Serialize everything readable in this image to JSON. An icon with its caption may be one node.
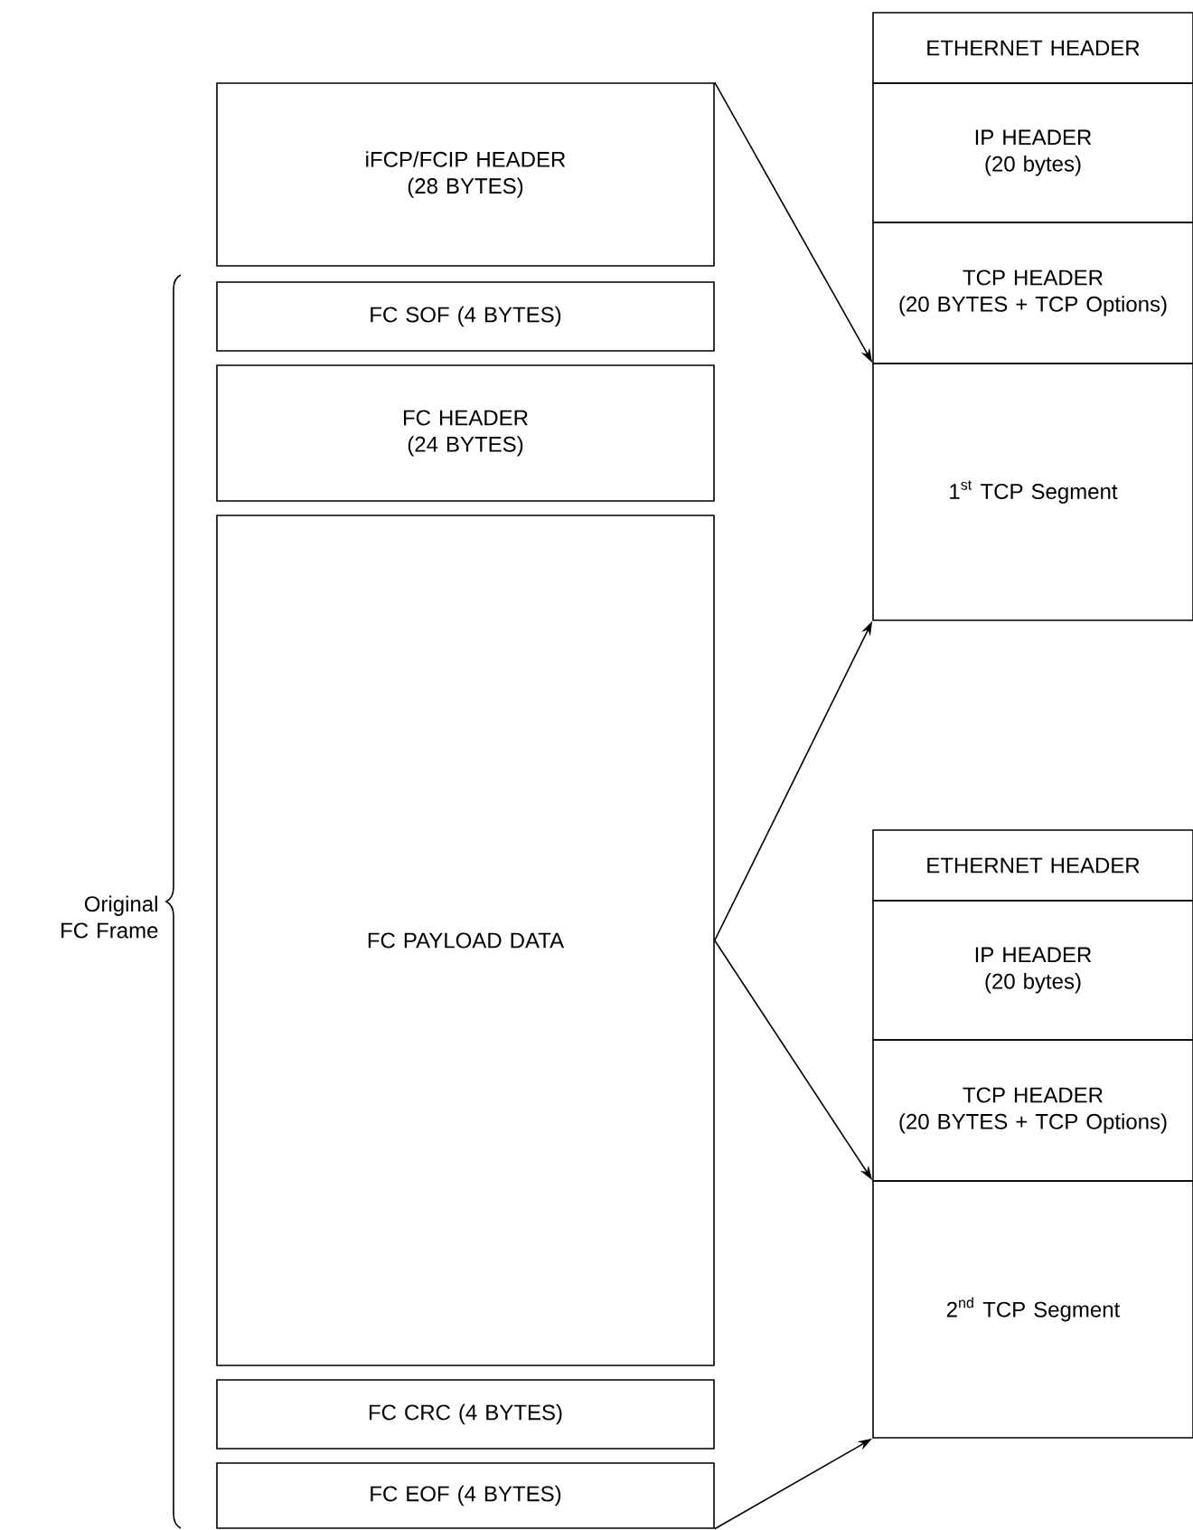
{
  "diagram": {
    "nodes": [
      {
        "text": [
          "iFCP/FCIP HEADER",
          "(28 BYTES)"
        ]
      },
      {
        "text": [
          "FC SOF (4 BYTES)"
        ]
      },
      {
        "text": [
          "FC HEADER",
          "(24 BYTES)"
        ]
      },
      {
        "text": [
          "FC PAYLOAD DATA"
        ]
      },
      {
        "text": [
          "FC CRC (4 BYTES)"
        ]
      },
      {
        "text": [
          "FC EOF (4 BYTES)"
        ]
      },
      {
        "text": [
          "ETHERNET HEADER"
        ]
      },
      {
        "text": [
          "IP HEADER",
          "(20 bytes)"
        ]
      },
      {
        "text": [
          "TCP HEADER",
          "(20 BYTES + TCP Options)"
        ]
      },
      {
        "text": [
          "1$^{st}$ TCP Segment"
        ]
      },
      {
        "text": [
          "ETHERNET HEADER"
        ]
      },
      {
        "text": [
          "IP HEADER",
          "(20 bytes)"
        ]
      },
      {
        "text": [
          "TCP HEADER",
          "(20 BYTES + TCP Options)"
        ]
      },
      {
        "text": [
          "2$^{nd}$ TCP Segment"
        ]
      }
    ],
    "edges": [
      {
        "from": 0,
        "to": 9,
        "arrow": "to"
      },
      {
        "from": 3,
        "to": 9,
        "arrow": "to"
      },
      {
        "from": 3,
        "to": 13,
        "arrow": "to"
      },
      {
        "from": 5,
        "to": 13,
        "arrow": "to"
      }
    ],
    "labels": [
      "Original FC Frame"
    ]
  }
}
